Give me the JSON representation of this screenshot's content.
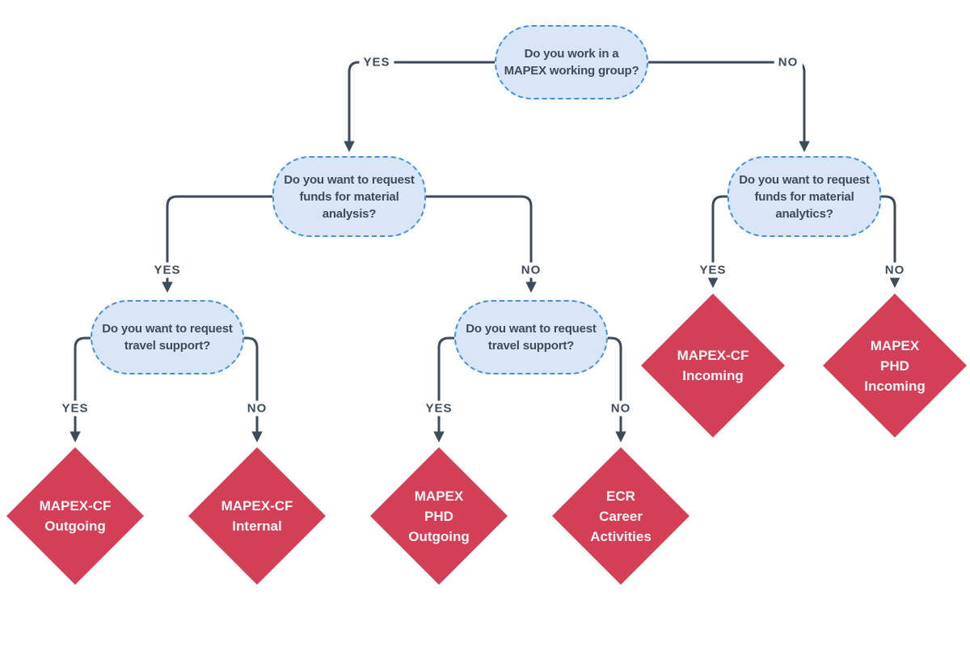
{
  "diagram": {
    "type": "decision-tree-flowchart",
    "colors": {
      "background": "#ffffff",
      "question_fill": "#d8e6f6",
      "question_border": "#4a90d9",
      "question_text": "#3e4c5a",
      "connector_line": "#3e4c5a",
      "outcome_fill": "#d23f57",
      "outcome_text": "#fdf5f5"
    },
    "nodes": [
      {
        "id": "root",
        "question": "Do you work in a MAPEX working group?",
        "lines": [
          "Do you work in a",
          "MAPEX working group?"
        ]
      },
      {
        "id": "funds-material-analysis",
        "question": "Do you want to request funds for material analysis?",
        "lines": [
          "Do you want to request",
          "funds for material",
          "analysis?"
        ]
      },
      {
        "id": "funds-material-analytics",
        "question": "Do you want to request funds for material analytics?",
        "lines": [
          "Do you want to request",
          "funds for material",
          "analytics?"
        ]
      },
      {
        "id": "travel-support-left",
        "question": "Do you want to request travel support?",
        "lines": [
          "Do you want to request",
          "travel support?"
        ]
      },
      {
        "id": "travel-support-mid",
        "question": "Do you want to request travel support?",
        "lines": [
          "Do you want to request",
          "travel support?"
        ]
      }
    ],
    "edges": [
      {
        "label": "YES",
        "from": "root",
        "to": "funds-material-analysis"
      },
      {
        "label": "NO",
        "from": "root",
        "to": "funds-material-analytics"
      },
      {
        "label": "YES",
        "from": "funds-material-analysis",
        "to": "travel-support-left"
      },
      {
        "label": "NO",
        "from": "funds-material-analysis",
        "to": "travel-support-mid"
      },
      {
        "label": "YES",
        "from": "funds-material-analytics",
        "to": "mapex-cf-incoming"
      },
      {
        "label": "NO",
        "from": "funds-material-analytics",
        "to": "mapex-phd-incoming"
      },
      {
        "label": "YES",
        "from": "travel-support-left",
        "to": "mapex-cf-outgoing"
      },
      {
        "label": "NO",
        "from": "travel-support-left",
        "to": "mapex-cf-internal"
      },
      {
        "label": "YES",
        "from": "travel-support-mid",
        "to": "mapex-phd-outgoing"
      },
      {
        "label": "NO",
        "from": "travel-support-mid",
        "to": "ecr-career-activities"
      }
    ],
    "outcomes": [
      {
        "id": "mapex-cf-outgoing",
        "name": "MAPEX-CF Outgoing",
        "lines": [
          "MAPEX-CF",
          "Outgoing"
        ]
      },
      {
        "id": "mapex-cf-internal",
        "name": "MAPEX-CF Internal",
        "lines": [
          "MAPEX-CF",
          "Internal"
        ]
      },
      {
        "id": "mapex-phd-outgoing",
        "name": "MAPEX PHD Outgoing",
        "lines": [
          "MAPEX",
          "PHD",
          "Outgoing"
        ]
      },
      {
        "id": "ecr-career-activities",
        "name": "ECR Career Activities",
        "lines": [
          "ECR",
          "Career",
          "Activities"
        ]
      },
      {
        "id": "mapex-cf-incoming",
        "name": "MAPEX-CF Incoming",
        "lines": [
          "MAPEX-CF",
          "Incoming"
        ]
      },
      {
        "id": "mapex-phd-incoming",
        "name": "MAPEX PHD Incoming",
        "lines": [
          "MAPEX",
          "PHD",
          "Incoming"
        ]
      }
    ]
  }
}
